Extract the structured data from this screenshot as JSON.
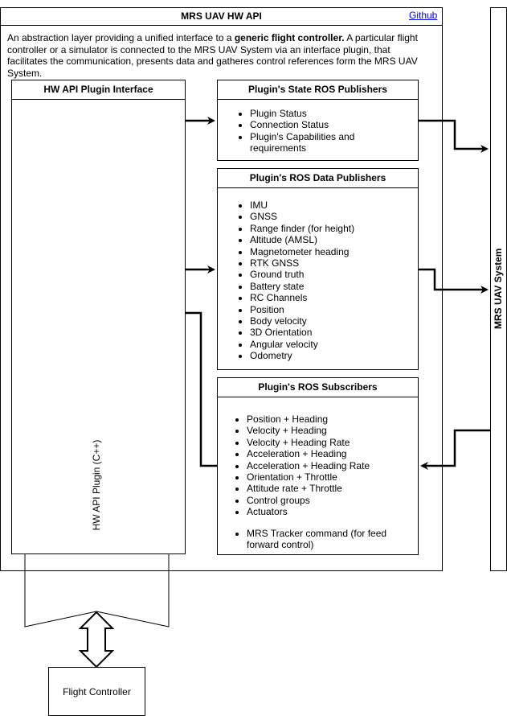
{
  "main": {
    "title": "MRS UAV HW API",
    "link": "Github",
    "desc_pre": "An abstraction layer providing a unified interface to a ",
    "desc_bold": "generic flight controller.",
    "desc_post": " A particular flight controller or a simulator is connected to the MRS UAV System via an interface plugin, that facilitates the communication, presents data and gatheres control references form the MRS UAV System."
  },
  "plugin_interface": {
    "title": "HW API Plugin Interface"
  },
  "state_publishers": {
    "title": "Plugin's State ROS Publishers",
    "items": [
      "Plugin Status",
      "Connection Status",
      "Plugin's Capabilities and requirements"
    ]
  },
  "data_publishers": {
    "title": "Plugin's ROS Data Publishers",
    "items": [
      "IMU",
      "GNSS",
      "Range finder (for height)",
      "Altitude (AMSL)",
      "Magnetometer heading",
      "RTK GNSS",
      "Ground truth",
      "Battery state",
      "RC Channels",
      "Position",
      "Body velocity",
      "3D Orientation",
      "Angular velocity",
      "Odometry"
    ]
  },
  "subscribers": {
    "title": "Plugin's ROS Subscribers",
    "items": [
      "Position + Heading",
      "Velocity + Heading",
      "Velocity + Heading Rate",
      "Acceleration + Heading",
      "Acceleration + Heading Rate",
      "Orientation + Throttle",
      "Attitude rate + Throttle",
      "Control groups",
      "Actuators"
    ],
    "extra_item": "MRS Tracker command (for feed forward control)"
  },
  "uav_system": {
    "label": "MRS UAV System"
  },
  "plugin": {
    "label": "HW API Plugin (C++)"
  },
  "flight_controller": {
    "label": "Flight Controller"
  }
}
